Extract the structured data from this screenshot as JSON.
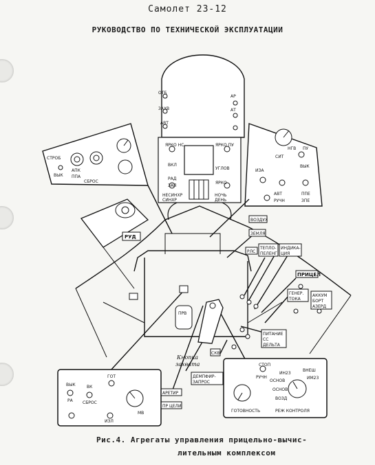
{
  "header": {
    "aircraft": "Самолет 23-12",
    "manual_title": "РУКОВОДСТВО ПО ТЕХНИЧЕСКОЙ ЭКСПЛУАТАЦИИ"
  },
  "caption": {
    "line1": "Рис.4.  Агрегаты управления прицельно-вычис-",
    "line2": "лительным комплексом"
  },
  "panels": {
    "left_panel": {
      "stroke_label": "СТРОБ",
      "stroke_state": "ВЫК",
      "apk": "АПК",
      "ppa": "ППА",
      "reset": "СБРОС"
    },
    "right_panel": {
      "sit": "СИТ",
      "ngv": "НГВ",
      "pu": "ПУ",
      "off": "ВЫК",
      "manual": "РУЧН",
      "auto": "АВТ",
      "ppe": "ППЕ",
      "zpe": "ЗПЕ",
      "iza": "ИЗА"
    },
    "lower_left_panel": {
      "off": "ВЫК",
      "ra": "РА",
      "vk": "ВК",
      "reset": "СБРОС",
      "got": "ГОТ",
      "izl": "ИЗЛ",
      "mv": "МВ"
    },
    "lower_right_panel": {
      "stop": "СТОП",
      "manual": "РУЧН",
      "external": "ВНЕШ",
      "in23": "ИН23",
      "im23": "ИМ23",
      "main": "ОСНОВ",
      "main2": "ОСНОВ",
      "air": "ВОЗД",
      "ready": "ГОТОВНОСТЬ",
      "control_mode": "РЕЖ КОНТРОЛЯ"
    }
  },
  "callouts": {
    "rud": "РУД",
    "fire_button": "Кнопка",
    "fire_button2": "захвата",
    "prv": "ПРВ",
    "vozd": "ВОЗДУХ",
    "zemlya": "ЗЕМЛЯ",
    "rls": "РЛС",
    "teplo": "ТЕПЛО-",
    "teplo2": "ПЕЛЕНГ",
    "indik": "ИНДИКА-",
    "indik2": "ЦИЯ",
    "pricel": "ПРИЦЕЛ",
    "gener": "ГЕНЕР.",
    "gener2": "ТОКА",
    "akkum": "АККУМ",
    "akkum2": "БОРТ",
    "akkum3": "АЗЕРД",
    "pitanie": "ПИТАНИЕ",
    "pitanie2": "СС",
    "pitanie3": "ДЕЛЬТА",
    "skv": "СКВ",
    "dempf": "ДЕМПФИР-",
    "dempf2": "ЗАПРОС",
    "arest": "АРЕТИР",
    "pr_celi": "ПР ЦЕЛИ"
  },
  "hud": {
    "otb": "ОТБ",
    "zakh": "ЗАХВ",
    "avt": "АВТ",
    "ar": "АР",
    "at": "АТ",
    "yarko_ns": "ЯРКО НС",
    "yarko_pu": "ЯРКО ПУ",
    "vkl": "ВКЛ",
    "ugol": "УГЛОВ",
    "nesinkh": "НЕСИНХР",
    "sinkh": "СИНХР",
    "rad": "РАД",
    "zap": "ЗАП",
    "yarko": "ЯРКО",
    "nochy": "НОЧЬ",
    "den": "ДЕНЬ"
  }
}
